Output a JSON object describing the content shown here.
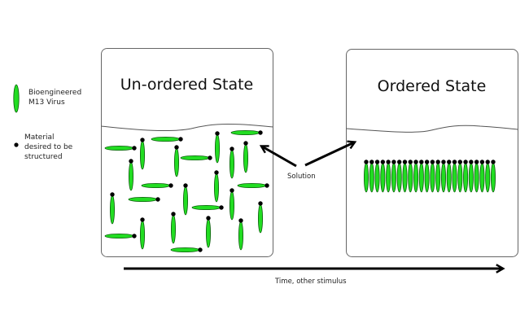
{
  "legend": {
    "virus_label_line1": "Bioengineered",
    "virus_label_line2": "M13 Virus",
    "material_label_line1": "Material",
    "material_label_line2": "desired to be",
    "material_label_line3": "structured"
  },
  "unordered_panel": {
    "title": "Un-ordered State",
    "virus_count": 25
  },
  "ordered_panel": {
    "title": "Ordered State",
    "virus_count": 24
  },
  "solution_label": "Solution",
  "time_axis_label": "Time, other stimulus",
  "colors": {
    "virus_fill": "#22dd22",
    "virus_stroke": "#0a5a0a",
    "material_dot": "#000000",
    "box_border": "#666666",
    "arrow": "#000000"
  }
}
